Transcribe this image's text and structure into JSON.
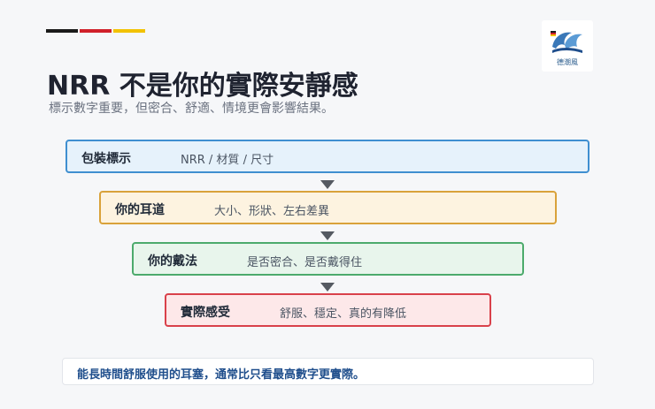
{
  "header": {
    "title": "NRR 不是你的實際安靜感",
    "subtitle": "標示數字重要，但密合、舒適、情境更會影響結果。",
    "logo_text": "德潮風",
    "flag_colors": [
      "#1a1a1a",
      "#d0202a",
      "#f2c200"
    ]
  },
  "funnel": {
    "steps": [
      {
        "label": "包裝標示",
        "desc": "NRR / 材質 / 尺寸",
        "border_color": "#3f8fd0",
        "fill_color": "#e6f2fb"
      },
      {
        "label": "你的耳道",
        "desc": "大小、形狀、左右差異",
        "border_color": "#d9a23a",
        "fill_color": "#fdf3e0"
      },
      {
        "label": "你的戴法",
        "desc": "是否密合、是否戴得住",
        "border_color": "#4caa6c",
        "fill_color": "#e8f5ec"
      },
      {
        "label": "實際感受",
        "desc": "舒服、穩定、真的有降低",
        "border_color": "#d9414b",
        "fill_color": "#fde8e9"
      }
    ]
  },
  "note": {
    "text": "能長時間舒服使用的耳塞，通常比只看最高數字更實際。"
  }
}
